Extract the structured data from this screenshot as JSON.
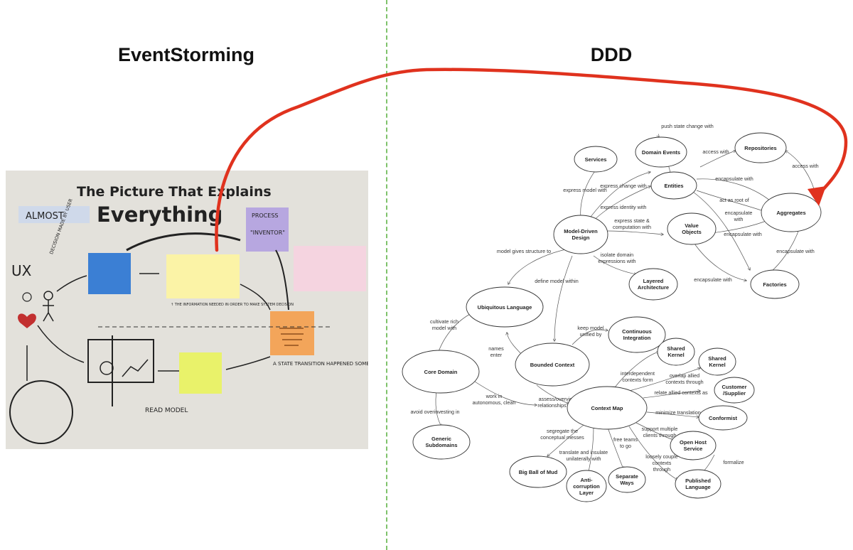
{
  "titles": {
    "left": "EventStorming",
    "right": "DDD"
  },
  "photo": {
    "heading_line1": "The Picture That Explains",
    "heading_line2": "Everything",
    "almost": "ALMOST",
    "ux": "UX",
    "decision": "DECISION MADE BY USER",
    "process": "PROCESS",
    "inventor": "\"INVENTOR\"",
    "info_needed": "↑ THE INFORMATION NEEDED IN ORDER TO MAKE SYSTEM DECISION",
    "state_transition": "A STATE TRANSITION HAPPENED SOMEWHERE",
    "read_model": "READ MODEL",
    "colors": {
      "blue": "#3b7fd4",
      "yellow": "#fbf3a6",
      "purple": "#b7a7e0",
      "pink": "#f5d4e0",
      "orange": "#f3a55a",
      "lime": "#e9f26a"
    }
  },
  "diagram": {
    "nodes": {
      "services": "Services",
      "domain_events": "Domain Events",
      "repositories": "Repositories",
      "entities": "Entities",
      "aggregates": "Aggregates",
      "model_driven": [
        "Model-Driven",
        "Design"
      ],
      "value_objects": [
        "Value",
        "Objects"
      ],
      "layered": [
        "Layered",
        "Architecture"
      ],
      "factories": "Factories",
      "ubiquitous": "Ubiquitous Language",
      "continuous": [
        "Continuous",
        "Integration"
      ],
      "core_domain": "Core Domain",
      "bounded": "Bounded Context",
      "shared1": [
        "Shared",
        "Kernel"
      ],
      "shared2": [
        "Shared",
        "Kernel"
      ],
      "customer": [
        "Customer",
        "/Supplier"
      ],
      "context_map": "Context Map",
      "conformist": "Conformist",
      "generic": [
        "Generic",
        "Subdomains"
      ],
      "open_host": [
        "Open Host",
        "Service"
      ],
      "big_ball": "Big Ball of Mud",
      "anti": [
        "Anti-",
        "corruption",
        "Layer"
      ],
      "separate": [
        "Separate",
        "Ways"
      ],
      "published": [
        "Published",
        "Language"
      ]
    },
    "edges": {
      "push_state": "push state change with",
      "access_with": "access with",
      "access_with2": "access with",
      "express_model": "express model with",
      "express_change": "express change with",
      "encapsulate_with": "encapsulate with",
      "express_identity": "express identity with",
      "act_as_root": "act as root of",
      "encapsulate_with2": [
        "encapsulate",
        "with"
      ],
      "express_state": [
        "express state &",
        "computation with"
      ],
      "encapsulate_with3": "encapsulate with",
      "model_gives": "model gives structure to",
      "isolate": [
        "isolate domain",
        "expressions with"
      ],
      "encapsulate_with4": "encapsulate with",
      "encapsulate_with5": "encapsulate with",
      "define_model": "define model within",
      "cultivate": [
        "cultivate rich",
        "model with"
      ],
      "keep_model": [
        "keep model",
        "unified by"
      ],
      "names_enter": [
        "names",
        "enter"
      ],
      "interdependent": [
        "interdependent",
        "contexts form"
      ],
      "overlap": [
        "overlap allied",
        "contexts through"
      ],
      "relate": "relate allied contexts as",
      "work_in": [
        "work in",
        "autonomous, clean"
      ],
      "assess": [
        "assess/overview",
        "relationships with"
      ],
      "avoid": "avoid overinvesting in",
      "minimize": "minimize translation",
      "segregate": [
        "segregate the",
        "conceptual messes"
      ],
      "free_teams": [
        "free teams",
        "to go"
      ],
      "support_multiple": [
        "support multiple",
        "clients through"
      ],
      "translate": [
        "translate and insulate",
        "unilaterally with"
      ],
      "loosely": [
        "loosely couple",
        "contexts",
        "through"
      ],
      "formalize": "formalize"
    }
  }
}
